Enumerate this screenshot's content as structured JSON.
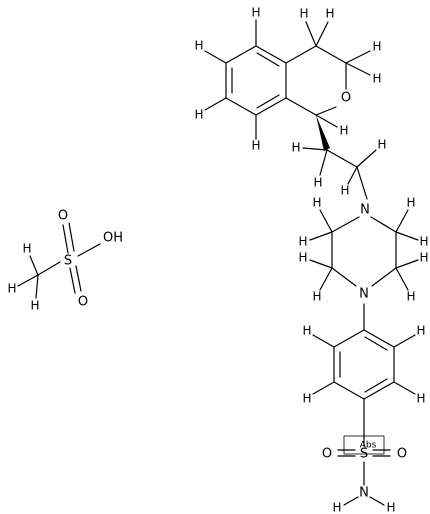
{
  "figure": {
    "background": "#ffffff",
    "ink": "#000000"
  },
  "atoms": {
    "o_ring": "O",
    "n_top": "N",
    "n_bottom": "N",
    "s_sulfonamide": "S",
    "o_sulfonamide_left": "O",
    "o_sulfonamide_right": "O",
    "abs": "Abs",
    "nh2_n": "N",
    "nh2_h_left": "H",
    "nh2_h_right": "H",
    "s_mesyl": "S",
    "o_mesyl_top": "O",
    "o_mesyl_bottom": "O",
    "oh": "OH",
    "h": "H"
  }
}
